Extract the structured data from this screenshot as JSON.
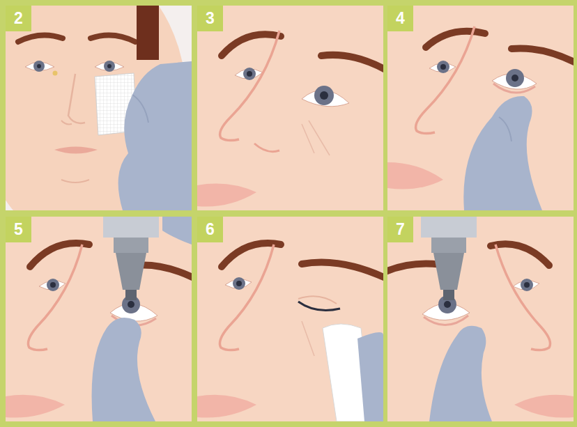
{
  "diagram": {
    "nodes": [
      {
        "text": [
          "2"
        ]
      },
      {
        "text": [
          "3"
        ]
      },
      {
        "text": [
          "4"
        ]
      },
      {
        "text": [
          "5"
        ]
      },
      {
        "text": [
          "6"
        ]
      },
      {
        "text": [
          "7"
        ]
      }
    ]
  }
}
